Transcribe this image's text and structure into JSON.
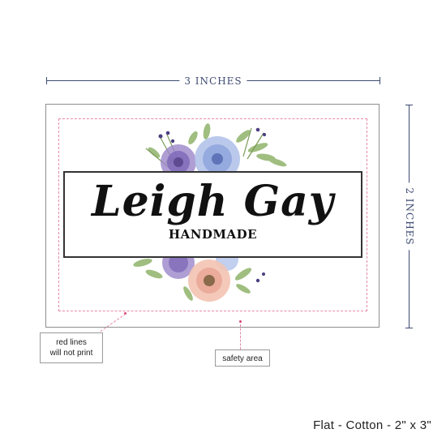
{
  "dimensions": {
    "width_label": "3 INCHES",
    "height_label": "2 INCHES"
  },
  "label": {
    "name": "Leigh Gay",
    "tagline": "HANDMADE"
  },
  "callouts": {
    "red_lines_line1": "red lines",
    "red_lines_line2": "will not print",
    "safety_area": "safety area"
  },
  "caption": "Flat - Cotton - 2\" x 3\"",
  "colors": {
    "dimension": "#3e4a72",
    "safety_line": "#e58aa8",
    "frame": "#333333"
  },
  "icons": {
    "floral": "watercolor-flowers"
  }
}
